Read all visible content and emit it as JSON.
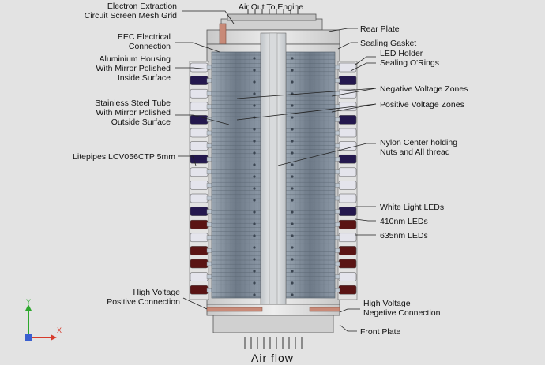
{
  "labels": {
    "electron_extraction_1": "Electron Extraction",
    "electron_extraction_2": "Circuit Screen Mesh Grid",
    "air_out": "Air Out To Engine",
    "rear_plate": "Rear Plate",
    "eec_1": "EEC Electrical",
    "eec_2": "Connection",
    "sealing_gasket": "Sealing Gasket",
    "led_holder": "LED Holder",
    "sealing_orings": "Sealing O'Rings",
    "alu_1": "Aluminium Housing",
    "alu_2": "With Mirror Polished",
    "alu_3": "Inside Surface",
    "neg_zones": "Negative Voltage Zones",
    "pos_zones": "Positive Voltage Zones",
    "ss_1": "Stainless Steel Tube",
    "ss_2": "With Mirror Polished",
    "ss_3": "Outside Surface",
    "nylon_1": "Nylon Center holding",
    "nylon_2": "Nuts and All thread",
    "litepipes": "Litepipes LCV056CTP 5mm",
    "white_leds": "White Light LEDs",
    "leds_410": "410nm LEDs",
    "leds_635": "635nm LEDs",
    "hv_pos_1": "High Voltage",
    "hv_pos_2": "Positive Connection",
    "hv_neg_1": "High Voltage",
    "hv_neg_2": "Negetive Connection",
    "front_plate": "Front Plate",
    "air_flow": "Air flow"
  },
  "axis": {
    "y": "Y",
    "x": "X"
  },
  "colors": {
    "background": "#e3e3e3",
    "housing": "#d6d6d6",
    "inner_tube": "#7e8a98",
    "white_led": "#e4e4ec",
    "led_410": "#24184e",
    "led_635": "#5a1414",
    "copper": "#c88a78",
    "axis_y": "#2da82d",
    "axis_x": "#d63b2c",
    "axis_origin": "#3a5fd0"
  },
  "led_rows": [
    "white",
    "410",
    "white",
    "white",
    "410",
    "white",
    "white",
    "410",
    "white",
    "white",
    "white",
    "410",
    "635",
    "white",
    "635",
    "635",
    "white",
    "635"
  ]
}
